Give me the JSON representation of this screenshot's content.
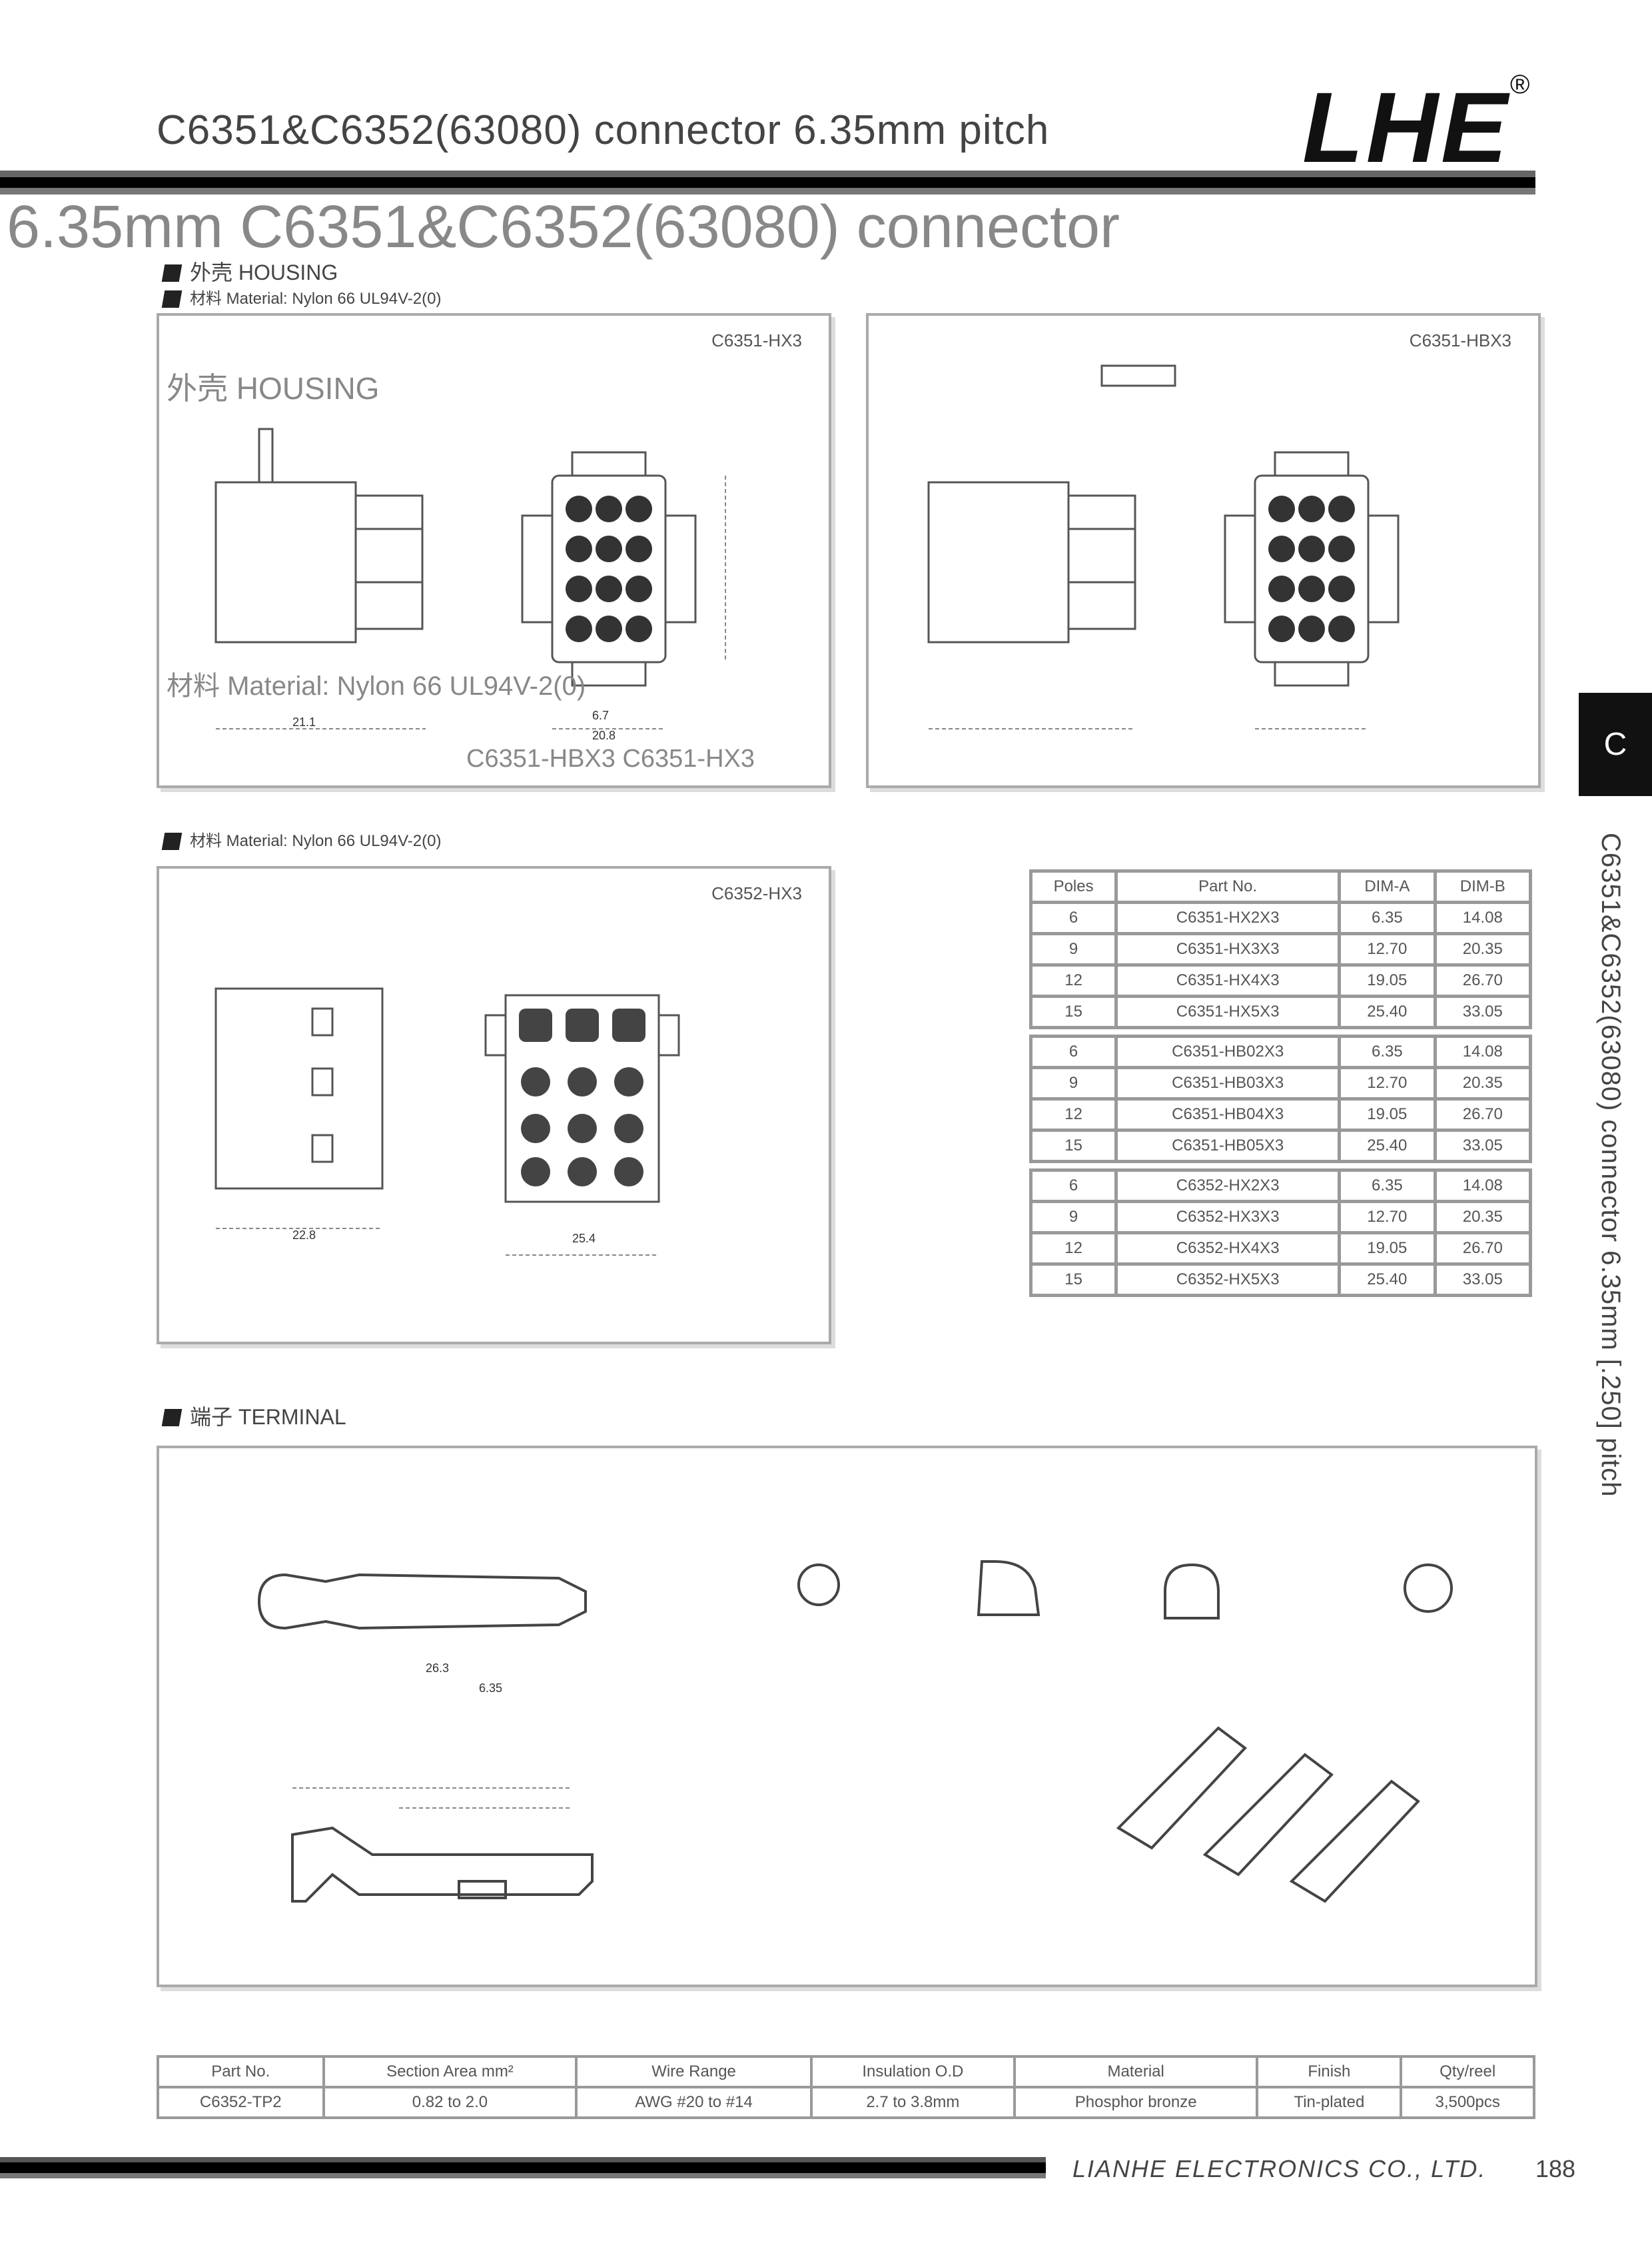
{
  "header": {
    "title": "C6351&C6352(63080) connector 6.35mm pitch",
    "logo": "LHE",
    "logo_mark": "®"
  },
  "overlay": {
    "line1": "6.35mm C6351&C6352(63080) connector",
    "housing": "外壳 HOUSING",
    "material": "材料 Material: Nylon 66 UL94V-2(0)",
    "parts": "C6351-HBX3 C6351-HX3"
  },
  "sections": {
    "housing": "外壳 HOUSING",
    "housing_material": "材料 Material: Nylon 66 UL94V-2(0)",
    "material2": "材料 Material: Nylon 66 UL94V-2(0)",
    "terminal": "端子 TERMINAL"
  },
  "panels": {
    "p1": "C6351-HX3",
    "p2": "C6351-HBX3",
    "p3": "C6352-HX3"
  },
  "side": {
    "tab": "C",
    "vertical": "C6351&C6352(63080) connector 6.35mm [.250] pitch"
  },
  "dim_table": {
    "headers": [
      "Poles",
      "Part No.",
      "DIM-A",
      "DIM-B"
    ],
    "groups": [
      [
        [
          "6",
          "C6351-HX2X3",
          "6.35",
          "14.08"
        ],
        [
          "9",
          "C6351-HX3X3",
          "12.70",
          "20.35"
        ],
        [
          "12",
          "C6351-HX4X3",
          "19.05",
          "26.70"
        ],
        [
          "15",
          "C6351-HX5X3",
          "25.40",
          "33.05"
        ]
      ],
      [
        [
          "6",
          "C6351-HB02X3",
          "6.35",
          "14.08"
        ],
        [
          "9",
          "C6351-HB03X3",
          "12.70",
          "20.35"
        ],
        [
          "12",
          "C6351-HB04X3",
          "19.05",
          "26.70"
        ],
        [
          "15",
          "C6351-HB05X3",
          "25.40",
          "33.05"
        ]
      ],
      [
        [
          "6",
          "C6352-HX2X3",
          "6.35",
          "14.08"
        ],
        [
          "9",
          "C6352-HX3X3",
          "12.70",
          "20.35"
        ],
        [
          "12",
          "C6352-HX4X3",
          "19.05",
          "26.70"
        ],
        [
          "15",
          "C6352-HX5X3",
          "25.40",
          "33.05"
        ]
      ]
    ]
  },
  "term_table": {
    "headers": [
      "Part No.",
      "Section Area mm²",
      "Wire Range",
      "Insulation O.D",
      "Material",
      "Finish",
      "Qty/reel"
    ],
    "row": [
      "C6352-TP2",
      "0.82 to 2.0",
      "AWG #20 to #14",
      "2.7 to 3.8mm",
      "Phosphor bronze",
      "Tin-plated",
      "3,500pcs"
    ]
  },
  "dims": {
    "d1": "6.7",
    "d2": "20.8",
    "d3": "21.1",
    "d4": "25.4",
    "d5": "22.8",
    "tl": "26.3",
    "tl2": "6.35"
  },
  "footer": {
    "company": "LIANHE ELECTRONICS CO., LTD.",
    "page": "188"
  }
}
